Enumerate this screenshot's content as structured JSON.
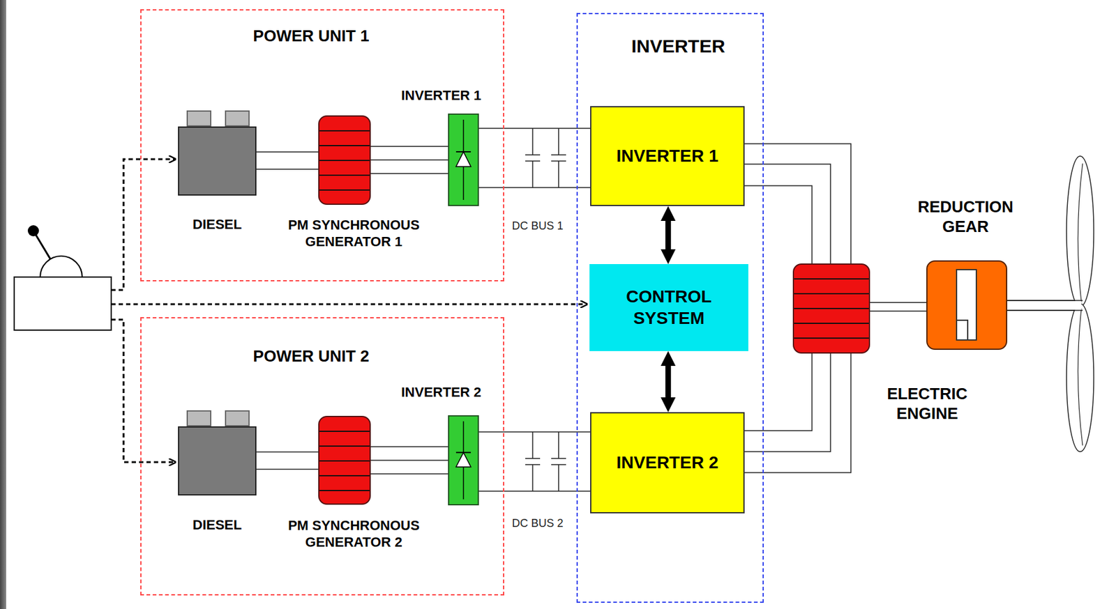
{
  "diagram": {
    "nodes": [
      {
        "text": [
          "POWER UNIT 1"
        ]
      },
      {
        "text": [
          "DIESEL"
        ],
        "in": 0
      },
      {
        "text": [
          "PM SYNCHRONOUS GENERATOR 1"
        ],
        "in": 0
      },
      {
        "text": [
          "INVERTER 1"
        ],
        "in": 0
      },
      {
        "text": [
          "INVERTER"
        ]
      },
      {
        "text": [
          "INVERTER 1"
        ],
        "in": 4
      },
      {
        "text": [
          "CONTROL SYSTEM"
        ],
        "in": 4
      },
      {
        "text": [
          "INVERTER 2"
        ],
        "in": 4
      },
      {
        "text": [
          "POWER UNIT 2"
        ]
      },
      {
        "text": [
          "DIESEL"
        ],
        "in": 8
      },
      {
        "text": [
          "PM SYNCHRONOUS GENERATOR 2"
        ],
        "in": 8
      },
      {
        "text": [
          "INVERTER 2"
        ],
        "in": 8
      },
      {
        "text": [
          "ELECTRIC ENGINE"
        ]
      },
      {
        "text": [
          "REDUCTION GEAR"
        ]
      }
    ],
    "edges": [
      {
        "from": 1,
        "to": 2,
        "arrow": "none"
      },
      {
        "from": 2,
        "to": 3,
        "arrow": "none"
      },
      {
        "from": 3,
        "to": 5,
        "arrow": "none"
      },
      {
        "from": 5,
        "to": 6,
        "arrow": "both"
      },
      {
        "from": 6,
        "to": 7,
        "arrow": "both"
      },
      {
        "from": 9,
        "to": 10,
        "arrow": "none"
      },
      {
        "from": 10,
        "to": 11,
        "arrow": "none"
      },
      {
        "from": 11,
        "to": 7,
        "arrow": "none"
      },
      {
        "from": 5,
        "to": 12,
        "arrow": "none"
      },
      {
        "from": 7,
        "to": 12,
        "arrow": "none"
      },
      {
        "from": 12,
        "to": 13,
        "arrow": "none"
      }
    ],
    "labels": [
      "DC BUS 1",
      "DC BUS 2"
    ]
  }
}
